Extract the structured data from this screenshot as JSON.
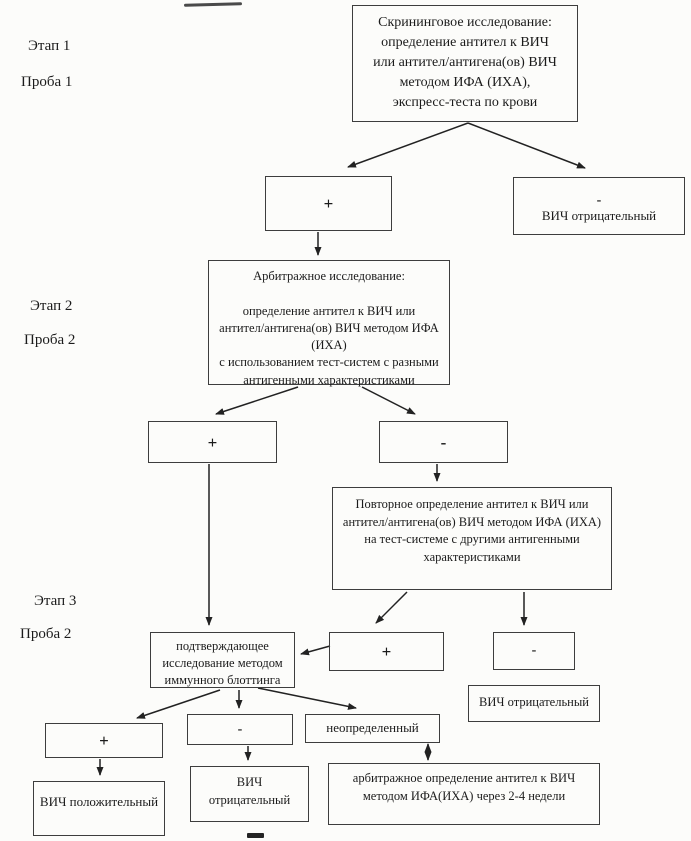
{
  "labels": {
    "etap1": "Этап 1",
    "proba1": "Проба 1",
    "etap2": "Этап 2",
    "proba2": "Проба 2",
    "etap3": "Этап 3",
    "proba2b": "Проба 2"
  },
  "nodes": {
    "screening": "Скрининговое исследование:\nопределение антител к ВИЧ\nили антител/антигена(ов) ВИЧ\nметодом ИФА (ИХА),\nэкспресс-теста по крови",
    "stage1_positive": "+",
    "stage1_negative_sign": "-",
    "stage1_negative_text": "ВИЧ отрицательный",
    "arbitration": "Арбитражное исследование:\n\nопределение антител к ВИЧ или\nантител/антигена(ов) ВИЧ методом  ИФА\n(ИХА)\nс использованием тест-систем с разными\nантигенными характеристиками",
    "stage2_positive": "+",
    "stage2_negative": "-",
    "repeat_test": "Повторное определение антител к ВИЧ или\nантител/антигена(ов) ВИЧ методом  ИФА (ИХА)\nна тест-системе с другими антигенными\nхарактеристиками",
    "confirm": "подтверждающее\nисследование методом\nиммунного блоттинга",
    "stage3_positive": "+",
    "stage3_negative": "-",
    "stage3_hiv_negative": "ВИЧ отрицательный",
    "blot_positive": "+",
    "blot_negative": "-",
    "blot_undetermined": "неопределенный",
    "hiv_positive": "ВИЧ положительный",
    "hiv_negative": "ВИЧ\nотрицательный",
    "arbitration_followup": "арбитражное определение антител к ВИЧ\nметодом ИФА(ИХА) через 2-4 недели"
  },
  "colors": {
    "ink": "#1b1b1b",
    "border": "#3d3d3d",
    "paper": "#fcfcfa"
  }
}
